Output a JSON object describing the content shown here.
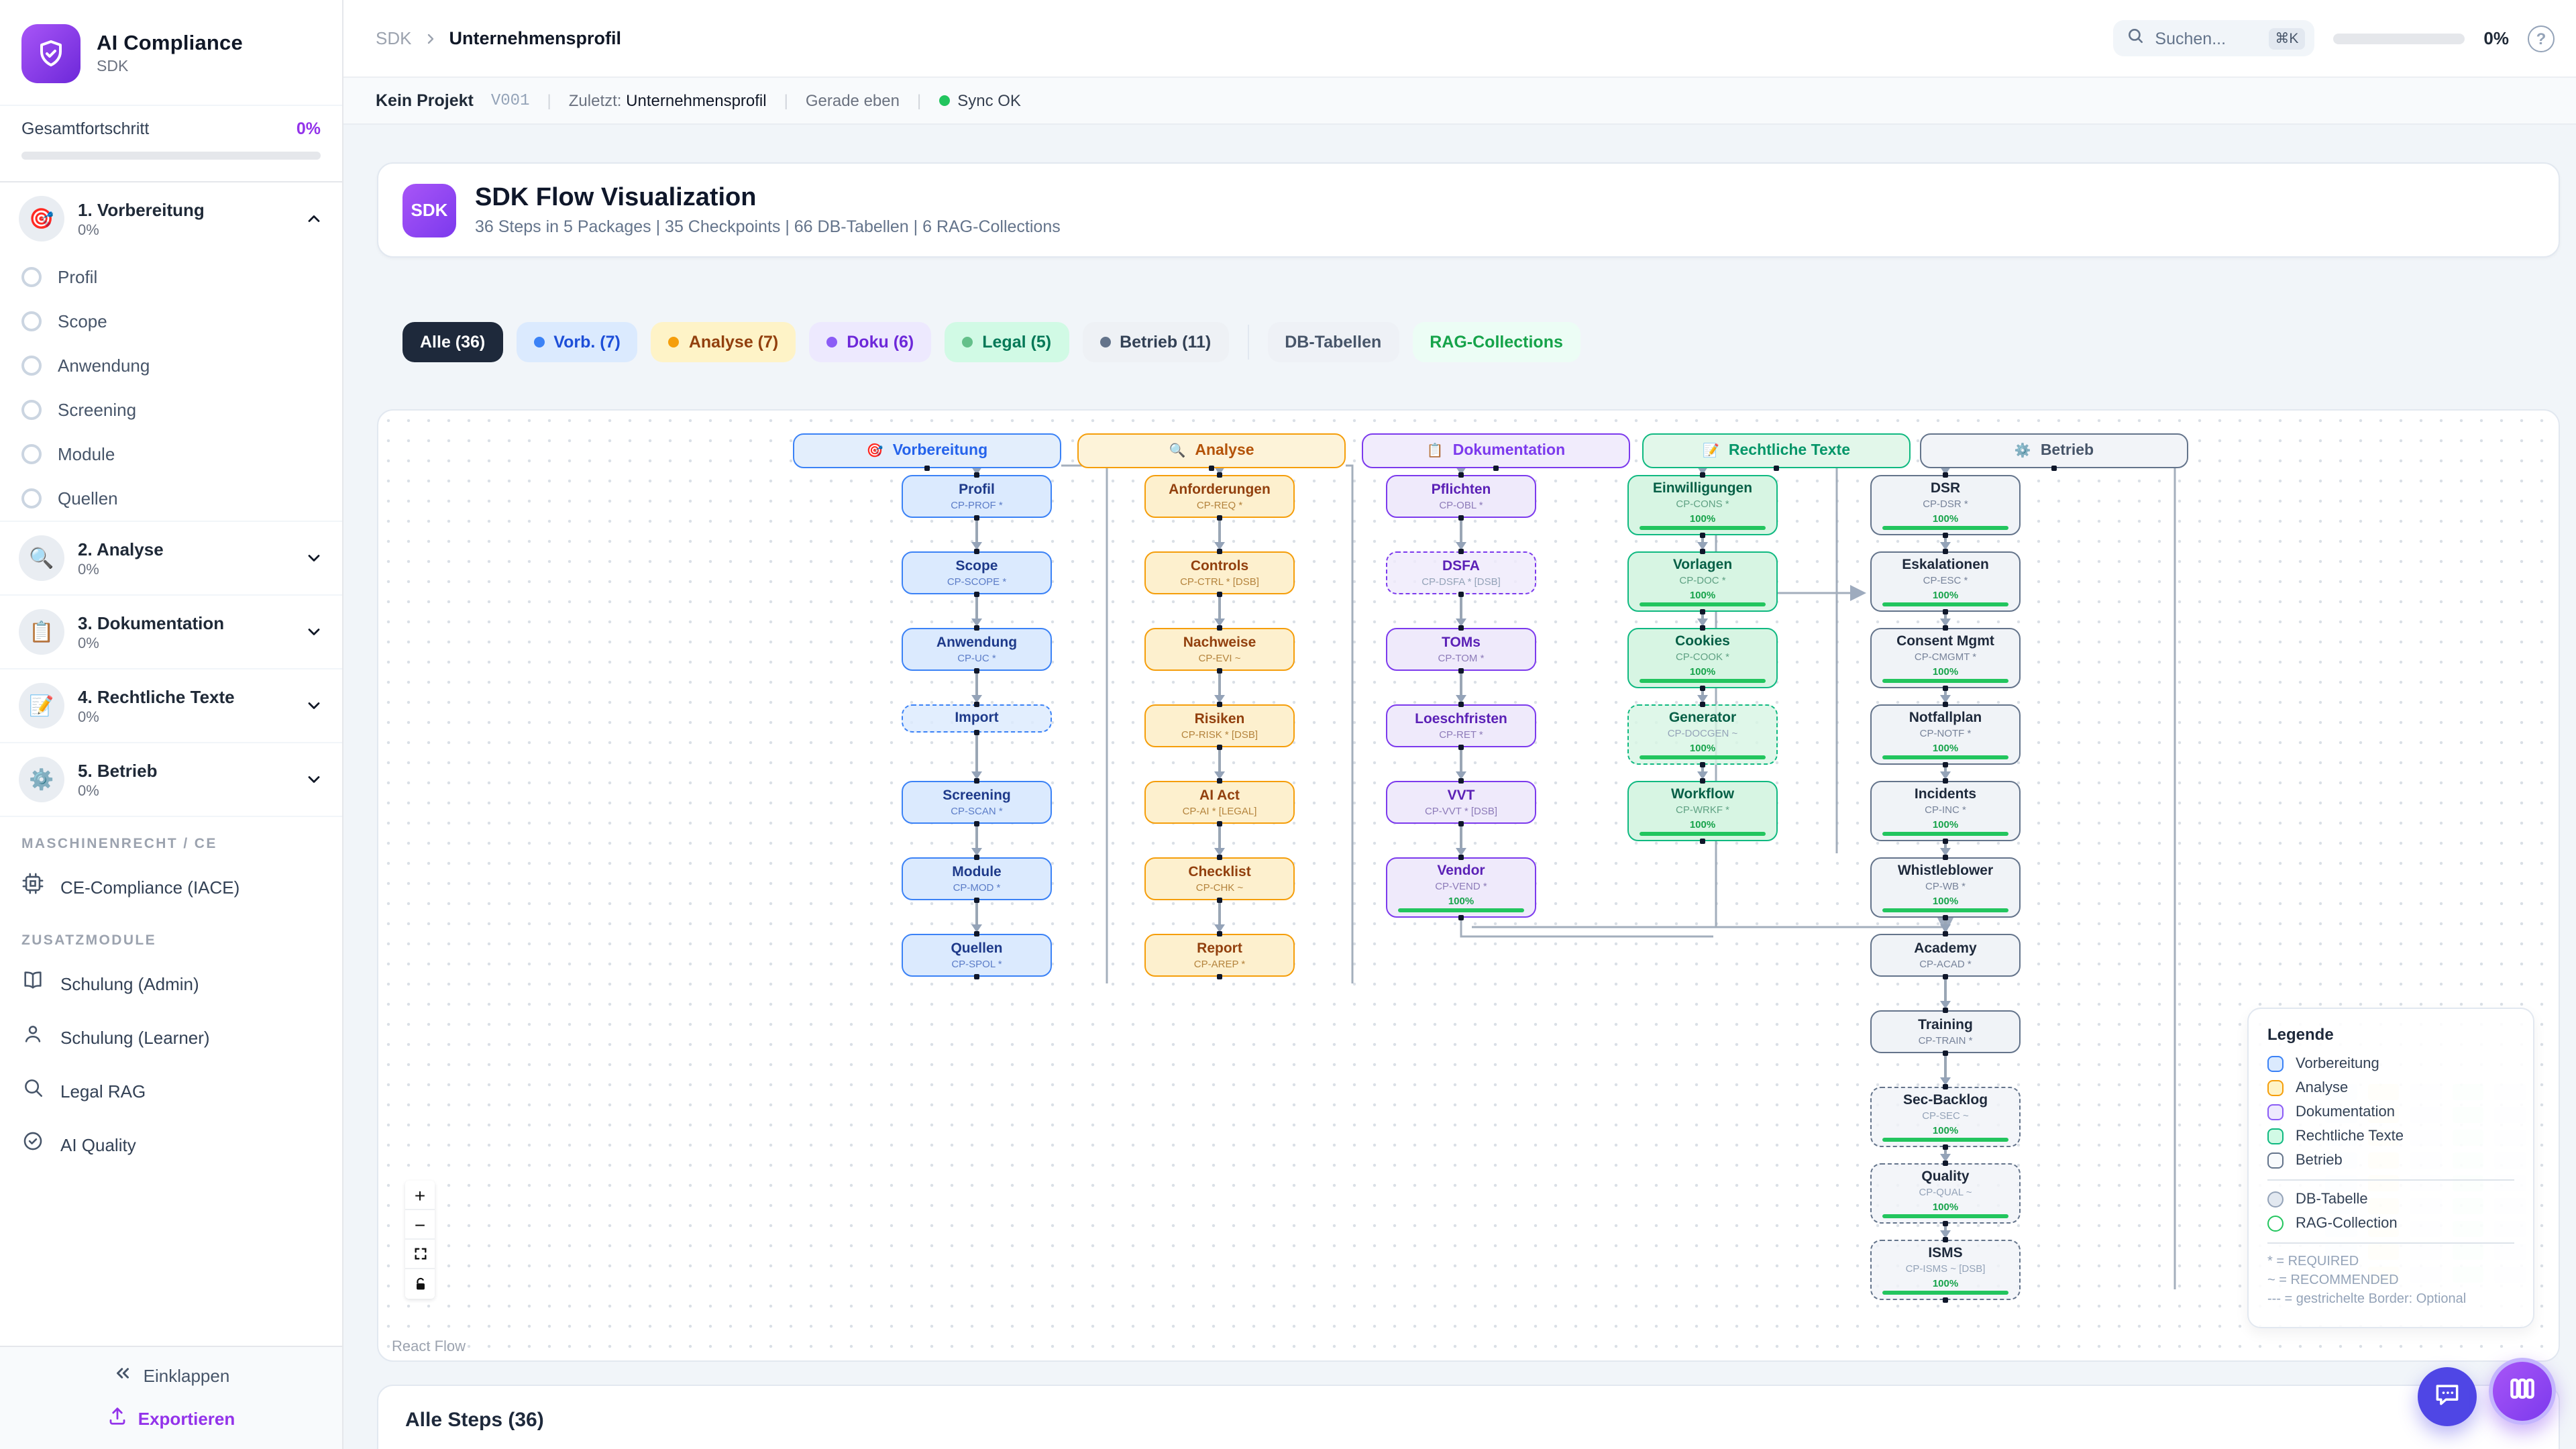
{
  "sidebar": {
    "logo_title": "AI Compliance",
    "logo_subtitle": "SDK",
    "progress_label": "Gesamtfortschritt",
    "progress_value": "0%",
    "phases": [
      {
        "icon": "🎯",
        "label": "1. Vorbereitung",
        "percent": "0%",
        "expanded": true,
        "items": [
          "Profil",
          "Scope",
          "Anwendung",
          "Screening",
          "Module",
          "Quellen"
        ]
      },
      {
        "icon": "🔍",
        "label": "2. Analyse",
        "percent": "0%",
        "expanded": false,
        "items": []
      },
      {
        "icon": "📋",
        "label": "3. Dokumentation",
        "percent": "0%",
        "expanded": false,
        "items": []
      },
      {
        "icon": "📝",
        "label": "4. Rechtliche Texte",
        "percent": "0%",
        "expanded": false,
        "items": []
      },
      {
        "icon": "⚙️",
        "label": "5. Betrieb",
        "percent": "0%",
        "expanded": false,
        "items": []
      }
    ],
    "sections": [
      {
        "label": "MASCHINENRECHT / CE",
        "items": [
          {
            "icon": "cpu-icon",
            "label": "CE-Compliance (IACE)"
          }
        ]
      },
      {
        "label": "ZUSATZMODULE",
        "items": [
          {
            "icon": "book-icon",
            "label": "Schulung (Admin)"
          },
          {
            "icon": "user-icon",
            "label": "Schulung (Learner)"
          },
          {
            "icon": "search-icon",
            "label": "Legal RAG"
          },
          {
            "icon": "check-circle-icon",
            "label": "AI Quality"
          }
        ]
      }
    ],
    "collapse_label": "Einklappen",
    "export_label": "Exportieren"
  },
  "topbar": {
    "breadcrumb_root": "SDK",
    "breadcrumb_current": "Unternehmensprofil",
    "search_placeholder": "Suchen...",
    "search_kbd": "⌘K",
    "progress_value": "0%",
    "help_label": "?"
  },
  "statusbar": {
    "project": "Kein Projekt",
    "version": "V001",
    "last_label": "Zuletzt:",
    "last_value": "Unternehmensprofil",
    "time": "Gerade eben",
    "sync": "Sync OK"
  },
  "hero": {
    "badge": "SDK",
    "title": "SDK Flow Visualization",
    "subtitle": "36 Steps in 5 Packages | 35 Checkpoints | 66 DB-Tabellen | 6 RAG-Collections"
  },
  "filters": [
    {
      "label": "Alle (36)",
      "style": "all",
      "active": true
    },
    {
      "label": "Vorb. (7)",
      "style": "blue",
      "dot": "#3b82f6"
    },
    {
      "label": "Analyse (7)",
      "style": "yellow",
      "dot": "#f59e0b"
    },
    {
      "label": "Doku (6)",
      "style": "purple",
      "dot": "#8b5cf6"
    },
    {
      "label": "Legal (5)",
      "style": "green",
      "dot": "#64c08a"
    },
    {
      "label": "Betrieb (11)",
      "style": "slate",
      "dot": "#64748b"
    },
    {
      "divider": true
    },
    {
      "label": "DB-Tabellen",
      "style": "db"
    },
    {
      "label": "RAG-Collections",
      "style": "rag"
    }
  ],
  "flow": {
    "columns": [
      {
        "key": "vorbereitung",
        "emoji": "🎯",
        "label": "Vorbereitung",
        "colors": {
          "bg": "#dbeafe",
          "border": "#3b82f6",
          "title": "#1e3a8a",
          "code": "#5b7cc7",
          "hdrBg": "#e3eefc",
          "hdrText": "#2563eb"
        },
        "nodes": [
          {
            "title": "Profil",
            "code": "CP-PROF *"
          },
          {
            "title": "Scope",
            "code": "CP-SCOPE *"
          },
          {
            "title": "Anwendung",
            "code": "CP-UC *"
          },
          {
            "title": "Import",
            "dashed": true,
            "single": true
          },
          {
            "title": "Screening",
            "code": "CP-SCAN *"
          },
          {
            "title": "Module",
            "code": "CP-MOD *"
          },
          {
            "title": "Quellen",
            "code": "CP-SPOL *"
          }
        ]
      },
      {
        "key": "analyse",
        "emoji": "🔍",
        "label": "Analyse",
        "colors": {
          "bg": "#fdf0ce",
          "border": "#f59e0b",
          "title": "#92400e",
          "code": "#b4833c",
          "hdrBg": "#fdf3d9",
          "hdrText": "#b45309"
        },
        "nodes": [
          {
            "title": "Anforderungen",
            "code": "CP-REQ *"
          },
          {
            "title": "Controls",
            "code": "CP-CTRL * [DSB]"
          },
          {
            "title": "Nachweise",
            "code": "CP-EVI ~"
          },
          {
            "title": "Risiken",
            "code": "CP-RISK * [DSB]"
          },
          {
            "title": "AI Act",
            "code": "CP-AI * [LEGAL]"
          },
          {
            "title": "Checklist",
            "code": "CP-CHK ~"
          },
          {
            "title": "Report",
            "code": "CP-AREP *"
          }
        ]
      },
      {
        "key": "dokumentation",
        "emoji": "📋",
        "label": "Dokumentation",
        "colors": {
          "bg": "#efeafb",
          "border": "#7c3aed",
          "title": "#5b21b6",
          "code": "#8d7bb9",
          "hdrBg": "#f1ecfc",
          "hdrText": "#7c3aed"
        },
        "nodes": [
          {
            "title": "Pflichten",
            "code": "CP-OBL *"
          },
          {
            "title": "DSFA",
            "code": "CP-DSFA * [DSB]",
            "dashed": true
          },
          {
            "title": "TOMs",
            "code": "CP-TOM *"
          },
          {
            "title": "Loeschfristen",
            "code": "CP-RET *"
          },
          {
            "title": "VVT",
            "code": "CP-VVT * [DSB]"
          },
          {
            "title": "Vendor",
            "code": "CP-VEND *",
            "progress": "100%"
          }
        ]
      },
      {
        "key": "rechtliche-texte",
        "emoji": "📝",
        "label": "Rechtliche Texte",
        "colors": {
          "bg": "#d7f5e3",
          "border": "#10b981",
          "title": "#065f46",
          "code": "#5fa183",
          "hdrBg": "#e2f7ea",
          "hdrText": "#059669"
        },
        "nodes": [
          {
            "title": "Einwilligungen",
            "code": "CP-CONS *",
            "progress": "100%"
          },
          {
            "title": "Vorlagen",
            "code": "CP-DOC *",
            "progress": "100%"
          },
          {
            "title": "Cookies",
            "code": "CP-COOK *",
            "progress": "100%"
          },
          {
            "title": "Generator",
            "code": "CP-DOCGEN ~",
            "progress": "100%",
            "dashed": true
          },
          {
            "title": "Workflow",
            "code": "CP-WRKF *",
            "progress": "100%"
          }
        ]
      },
      {
        "key": "betrieb",
        "emoji": "⚙️",
        "label": "Betrieb",
        "colors": {
          "bg": "#f0f3f7",
          "border": "#64748b",
          "title": "#1e293b",
          "code": "#77839a",
          "hdrBg": "#f2f4f8",
          "hdrText": "#475569"
        },
        "nodes": [
          {
            "title": "DSR",
            "code": "CP-DSR *",
            "progress": "100%"
          },
          {
            "title": "Eskalationen",
            "code": "CP-ESC *",
            "progress": "100%"
          },
          {
            "title": "Consent Mgmt",
            "code": "CP-CMGMT *",
            "progress": "100%"
          },
          {
            "title": "Notfallplan",
            "code": "CP-NOTF *",
            "progress": "100%"
          },
          {
            "title": "Incidents",
            "code": "CP-INC *",
            "progress": "100%"
          },
          {
            "title": "Whistleblower",
            "code": "CP-WB *",
            "progress": "100%"
          },
          {
            "title": "Academy",
            "code": "CP-ACAD *"
          },
          {
            "title": "Training",
            "code": "CP-TRAIN *"
          },
          {
            "title": "Sec-Backlog",
            "code": "CP-SEC ~",
            "progress": "100%",
            "dashed": true
          },
          {
            "title": "Quality",
            "code": "CP-QUAL ~",
            "progress": "100%",
            "dashed": true
          },
          {
            "title": "ISMS",
            "code": "CP-ISMS ~ [DSB]",
            "progress": "100%",
            "dashed": true
          }
        ]
      }
    ],
    "legend": {
      "title": "Legende",
      "package_items": [
        {
          "label": "Vorbereitung",
          "fill": "#dbeafe",
          "border": "#3b82f6"
        },
        {
          "label": "Analyse",
          "fill": "#fef3c7",
          "border": "#f59e0b"
        },
        {
          "label": "Dokumentation",
          "fill": "#ede9fe",
          "border": "#8b5cf6"
        },
        {
          "label": "Rechtliche Texte",
          "fill": "#d1fae5",
          "border": "#10b981"
        },
        {
          "label": "Betrieb",
          "fill": "#f8fafc",
          "border": "#64748b"
        }
      ],
      "shape_items": [
        {
          "label": "DB-Tabelle",
          "fill": "#e2e8f0",
          "border": "#94a3b8"
        },
        {
          "label": "RAG-Collection",
          "fill": "#ffffff",
          "border": "#22c55e"
        }
      ],
      "notes": [
        "* = REQUIRED",
        "~ = RECOMMENDED",
        "--- = gestrichelte Border: Optional"
      ]
    },
    "controls": {
      "zoom_in": "+",
      "zoom_out": "−"
    },
    "attribution": "React Flow"
  },
  "steps_footer": {
    "title": "Alle Steps (36)"
  },
  "colors": {
    "accent": "#7c3aed",
    "progress_green": "#22c55e",
    "sync_green": "#22c55e",
    "export_purple": "#9333ea"
  }
}
